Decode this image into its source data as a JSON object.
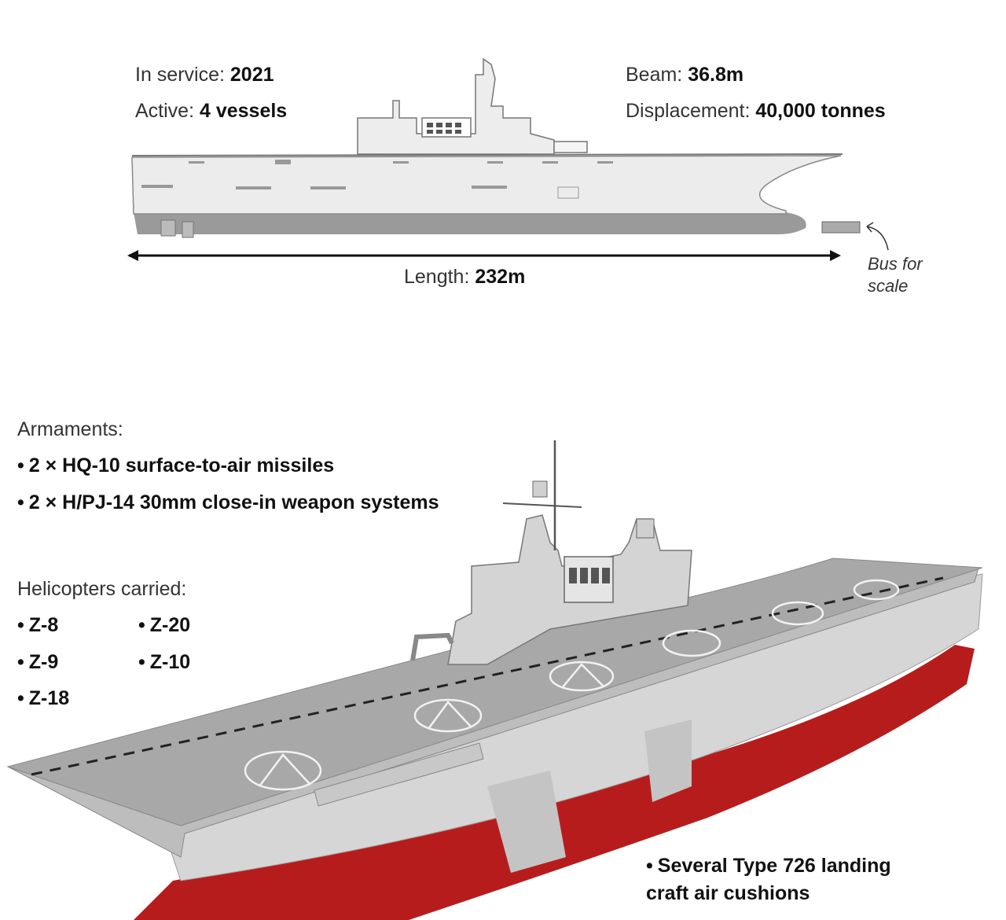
{
  "specs": {
    "in_service": {
      "label": "In service:",
      "value": "2021"
    },
    "active": {
      "label": "Active:",
      "value": "4 vessels"
    },
    "beam": {
      "label": "Beam:",
      "value": "36.8m"
    },
    "displacement": {
      "label": "Displacement:",
      "value": "40,000 tonnes"
    },
    "length": {
      "label": "Length:",
      "value": "232m"
    }
  },
  "bus_note": {
    "line1": "Bus for",
    "line2": "scale"
  },
  "armaments": {
    "heading": "Armaments:",
    "items": [
      "2 × HQ-10 surface-to-air missiles",
      "2 × H/PJ-14 30mm close-in weapon systems"
    ]
  },
  "helicopters": {
    "heading": "Helicopters carried:",
    "items": [
      "Z-8",
      "Z-20",
      "Z-9",
      "Z-10",
      "Z-18"
    ]
  },
  "landing_craft": {
    "line1": "Several Type 726 landing",
    "line2": "craft air cushions"
  },
  "colors": {
    "hull_red": "#b71c1c",
    "hull_grey": "#dcdcdc",
    "deck_grey": "#9e9e9e"
  }
}
